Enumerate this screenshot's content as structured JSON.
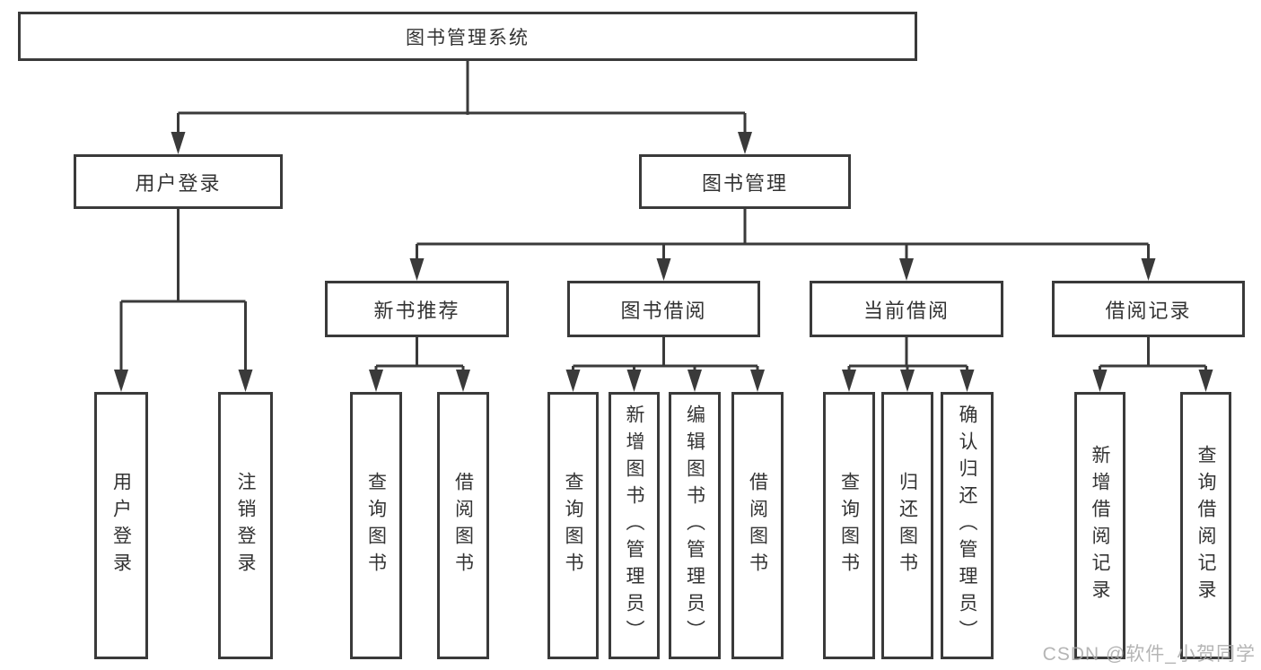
{
  "diagram": {
    "title_note": "functional structure chart of a library management system",
    "root": {
      "label": "图书管理系统",
      "children": [
        {
          "label": "用户登录",
          "children": [
            {
              "label": "用户登录"
            },
            {
              "label": "注销登录"
            }
          ]
        },
        {
          "label": "图书管理",
          "children": [
            {
              "label": "新书推荐",
              "children": [
                {
                  "label": "查询图书"
                },
                {
                  "label": "借阅图书"
                }
              ]
            },
            {
              "label": "图书借阅",
              "children": [
                {
                  "label": "查询图书"
                },
                {
                  "label": "新增图书（管理员）"
                },
                {
                  "label": "编辑图书（管理员）"
                },
                {
                  "label": "借阅图书"
                }
              ]
            },
            {
              "label": "当前借阅",
              "children": [
                {
                  "label": "查询图书"
                },
                {
                  "label": "归还图书"
                },
                {
                  "label": "确认归还（管理员）"
                }
              ]
            },
            {
              "label": "借阅记录",
              "children": [
                {
                  "label": "新增借阅记录"
                },
                {
                  "label": "查询借阅记录"
                }
              ]
            }
          ]
        }
      ]
    }
  },
  "watermark": {
    "text": "CSDN @软件_小贺同学"
  },
  "colors": {
    "line": "#3a3a3a",
    "text": "#333333",
    "background": "#ffffff",
    "watermark": "#a9a9a9"
  }
}
